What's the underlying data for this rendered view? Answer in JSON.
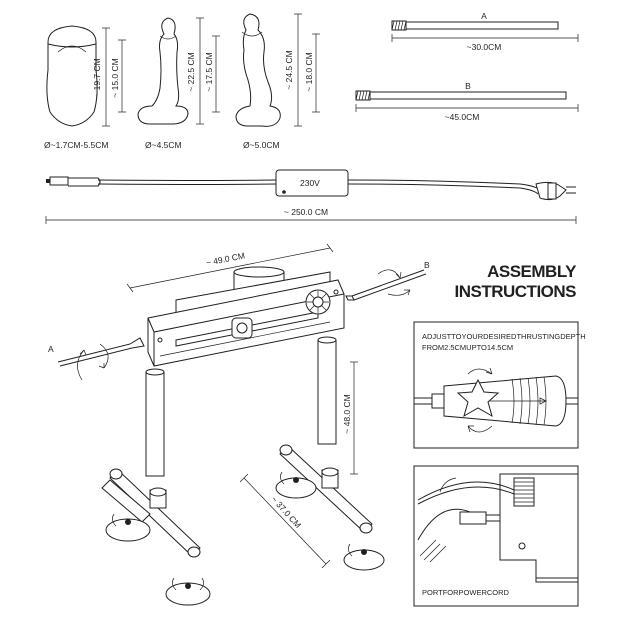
{
  "accessories": {
    "sleeve": {
      "height_outer": "~ 19.7 CM",
      "height_inner": "~ 15.0 CM",
      "diameter": "Ø~1.7CM-5.5CM"
    },
    "dildo_small": {
      "height_outer": "~ 22.5 CM",
      "height_inner": "~ 17.5 CM",
      "diameter": "Ø~4.5CM"
    },
    "dildo_large": {
      "height_outer": "~ 24.5 CM",
      "height_inner": "~ 18.0 CM",
      "diameter": "Ø~5.0CM"
    },
    "rod_a": {
      "letter": "A",
      "length": "~30.0CM"
    },
    "rod_b": {
      "letter": "B",
      "length": "~45.0CM"
    }
  },
  "power_cord": {
    "voltage": "230V",
    "length": "~ 250.0 CM"
  },
  "assembly": {
    "title_line1": "ASSEMBLY",
    "title_line2": "INSTRUCTIONS",
    "machine_width": "~ 49.0 CM",
    "leg_height": "~ 48.0 CM",
    "base_width": "~ 37.0 CM",
    "label_a": "A",
    "label_b": "B"
  },
  "insets": {
    "thrust_line1": "ADJUSTTOYOURDESIREDTHRUSTINGDEPTH",
    "thrust_line2": "FROM2.5CMUPTO14.5CM",
    "port_label": "PORTFORPOWERCORD"
  }
}
